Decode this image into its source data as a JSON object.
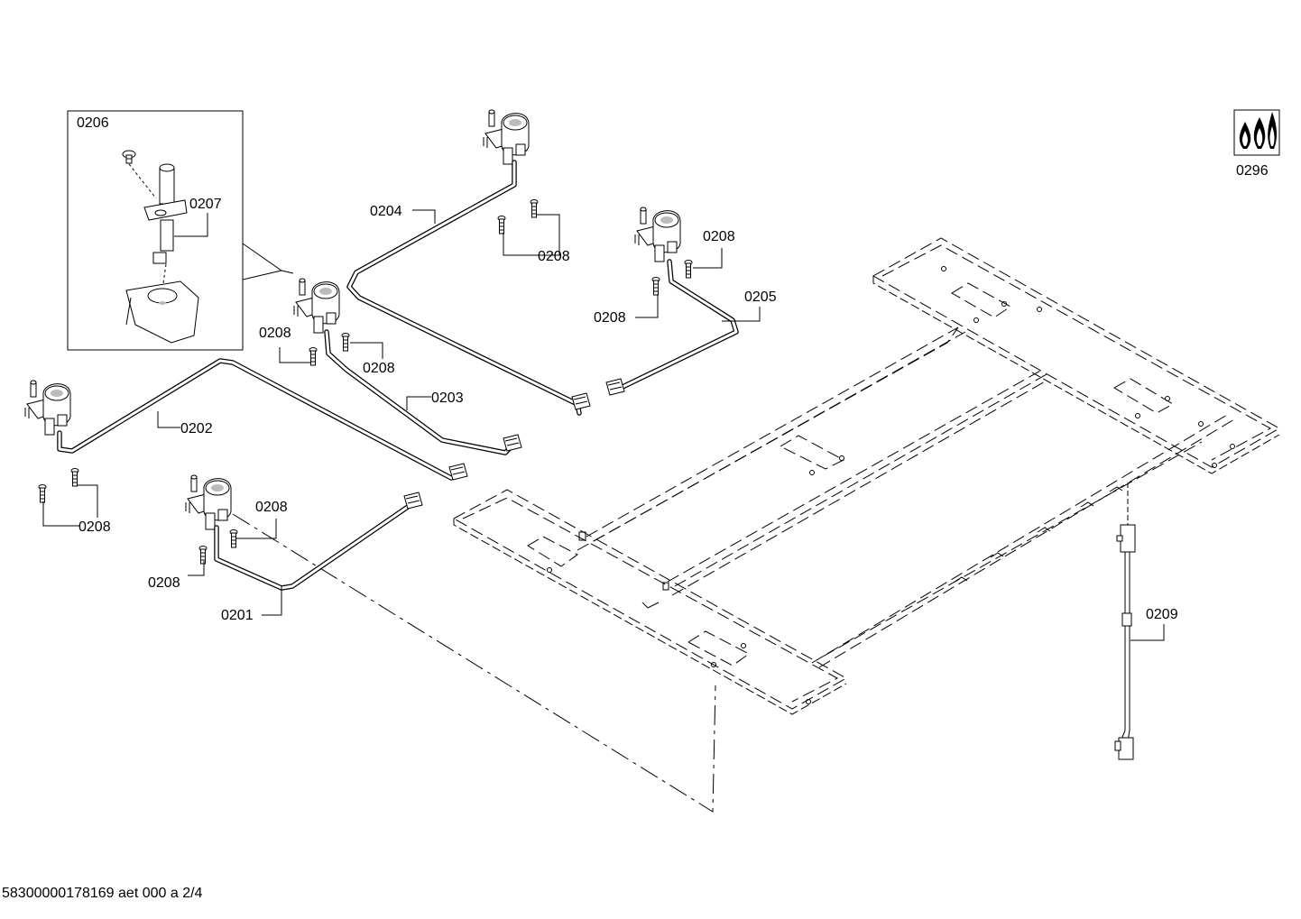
{
  "labels": {
    "p0201": "0201",
    "p0202": "0202",
    "p0203": "0203",
    "p0204": "0204",
    "p0205": "0205",
    "p0206": "0206",
    "p0207": "0207",
    "p0208": "0208",
    "p0209": "0209",
    "p0296": "0296"
  },
  "footer": "58300000178169 aet 000 a 2/4",
  "icon": "gas-flames-icon"
}
